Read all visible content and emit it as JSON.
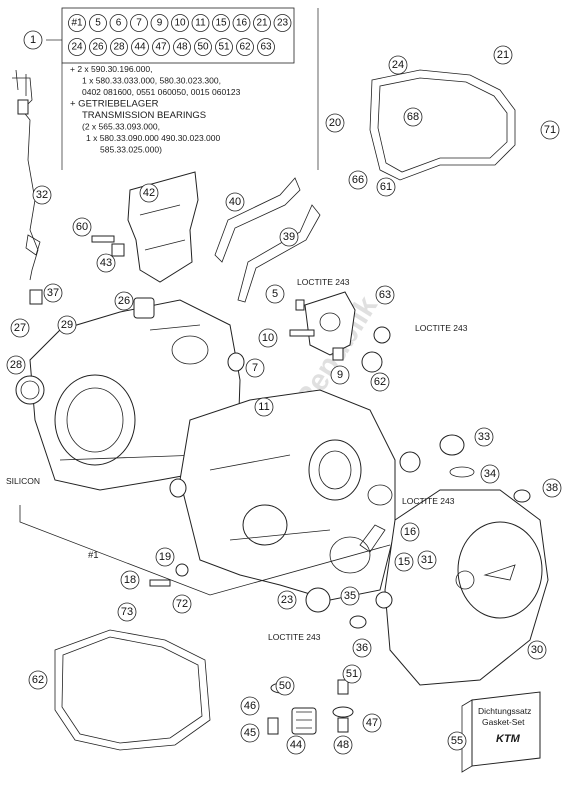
{
  "watermark": "PartsRepublik",
  "kit_box": {
    "badge": "#1",
    "row1": [
      "5",
      "6",
      "7",
      "9",
      "10",
      "11",
      "15",
      "16",
      "21",
      "23"
    ],
    "row2": [
      "24",
      "26",
      "28",
      "44",
      "47",
      "48",
      "50",
      "51",
      "62",
      "63"
    ]
  },
  "kit_lines": [
    "+ 2 x 590.30.196.000,",
    "1 x 580.33.033.000, 580.30.023.300,",
    "0402 081600, 0551 060050, 0015 060123",
    "+ GETRIEBELAGER",
    "TRANSMISSION BEARINGS",
    "(2 x 565.33.093.000,",
    "1 x 580.33.090.000  490.30.023.000",
    "585.33.025.000)"
  ],
  "labels": {
    "loctite_1": "LOCTITE 243",
    "loctite_2": "LOCTITE 243",
    "loctite_3": "LOCTITE 243",
    "loctite_4": "LOCTITE 243",
    "silicon": "SILICON",
    "group": "#1",
    "box_line1": "Dichtungssatz",
    "box_line2": "Gasket-Set",
    "box_logo": "KTM"
  },
  "callouts": [
    "1",
    "32",
    "42",
    "40",
    "39",
    "60",
    "43",
    "37",
    "27",
    "29",
    "28",
    "26",
    "7",
    "5",
    "63",
    "10",
    "9",
    "62",
    "11",
    "24",
    "21",
    "20",
    "68",
    "71",
    "66",
    "61",
    "33",
    "34",
    "38",
    "16",
    "15",
    "31",
    "30",
    "19",
    "18",
    "72",
    "73",
    "23",
    "35",
    "36",
    "51",
    "50",
    "45",
    "44",
    "46",
    "47",
    "48",
    "55",
    "62"
  ]
}
